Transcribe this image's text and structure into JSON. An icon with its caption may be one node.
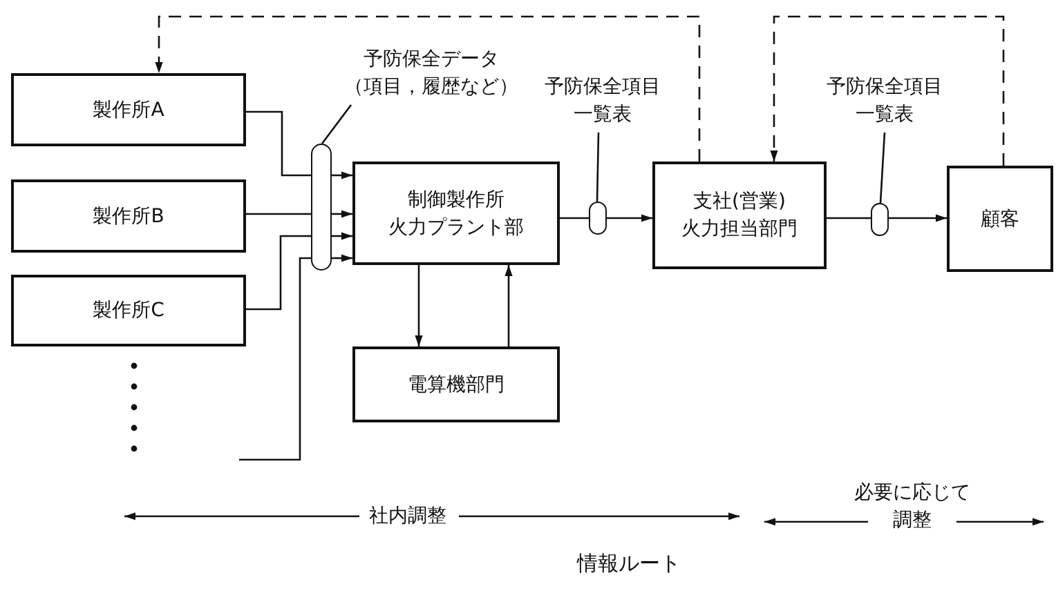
{
  "diagram": {
    "caption": "情報ルート",
    "nodes": [
      {
        "text": [
          "製作所A"
        ]
      },
      {
        "text": [
          "製作所B"
        ]
      },
      {
        "text": [
          "製作所C"
        ]
      },
      {
        "text": [
          "制御製作所",
          "火力プラント部"
        ]
      },
      {
        "text": [
          "電算機部門"
        ]
      },
      {
        "text": [
          "支社(営業)",
          "火力担当部門"
        ]
      },
      {
        "text": [
          "顧客"
        ]
      },
      {
        "text": [],
        "shape": "capsule"
      },
      {
        "text": [],
        "shape": "capsule"
      },
      {
        "text": [],
        "shape": "capsule"
      },
      {
        "text": [
          "予防保全データ（項目，履歴など）"
        ]
      },
      {
        "text": [
          "予防保全項目一覧表"
        ]
      },
      {
        "text": [
          "予防保全項目一覧表"
        ]
      }
    ],
    "edges": [
      {
        "from": 0,
        "to": 7,
        "arrow": "none"
      },
      {
        "from": 1,
        "to": 7,
        "arrow": "none"
      },
      {
        "from": 2,
        "to": 7,
        "arrow": "none"
      },
      {
        "from": null,
        "to": 7,
        "arrow": "none"
      },
      {
        "from": 7,
        "to": 3,
        "arrow": "to"
      },
      {
        "from": 7,
        "to": 3,
        "arrow": "to"
      },
      {
        "from": 7,
        "to": 3,
        "arrow": "to"
      },
      {
        "from": 7,
        "to": 3,
        "arrow": "to"
      },
      {
        "from": 3,
        "to": 4,
        "arrow": "to"
      },
      {
        "from": 4,
        "to": 3,
        "arrow": "to"
      },
      {
        "from": 3,
        "to": 8,
        "arrow": "none"
      },
      {
        "from": 8,
        "to": 5,
        "arrow": "to"
      },
      {
        "from": 5,
        "to": 9,
        "arrow": "none"
      },
      {
        "from": 9,
        "to": 6,
        "arrow": "to"
      },
      {
        "from": 5,
        "to": 0,
        "arrow": "to",
        "style": "dashed"
      },
      {
        "from": 6,
        "to": 5,
        "arrow": "to",
        "style": "dashed"
      },
      {
        "from": 10,
        "to": 7,
        "arrow": "none"
      },
      {
        "from": 11,
        "to": 8,
        "arrow": "none"
      },
      {
        "from": 12,
        "to": 9,
        "arrow": "none"
      }
    ],
    "labels": [
      "社内調整",
      "必要に応じて調整"
    ]
  }
}
